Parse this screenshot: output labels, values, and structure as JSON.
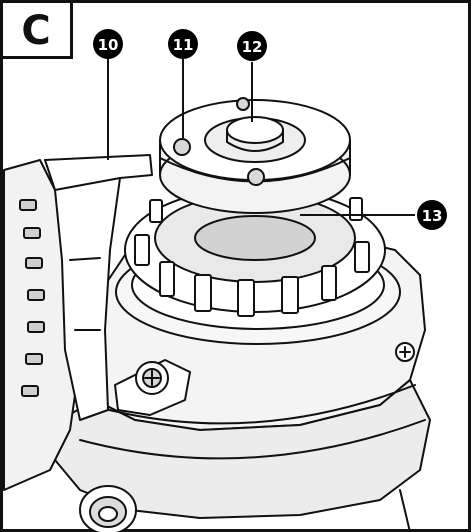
{
  "figure": {
    "panel_label": "C",
    "callouts": [
      {
        "id": "callout-10",
        "number": "10"
      },
      {
        "id": "callout-11",
        "number": "11"
      },
      {
        "id": "callout-12",
        "number": "12"
      },
      {
        "id": "callout-13",
        "number": "13"
      }
    ],
    "colors": {
      "line": "#111111",
      "fill": "#ffffff",
      "shade": "#e6e6e6",
      "dark_shade": "#bdbdbd",
      "badge": "#000000"
    }
  }
}
